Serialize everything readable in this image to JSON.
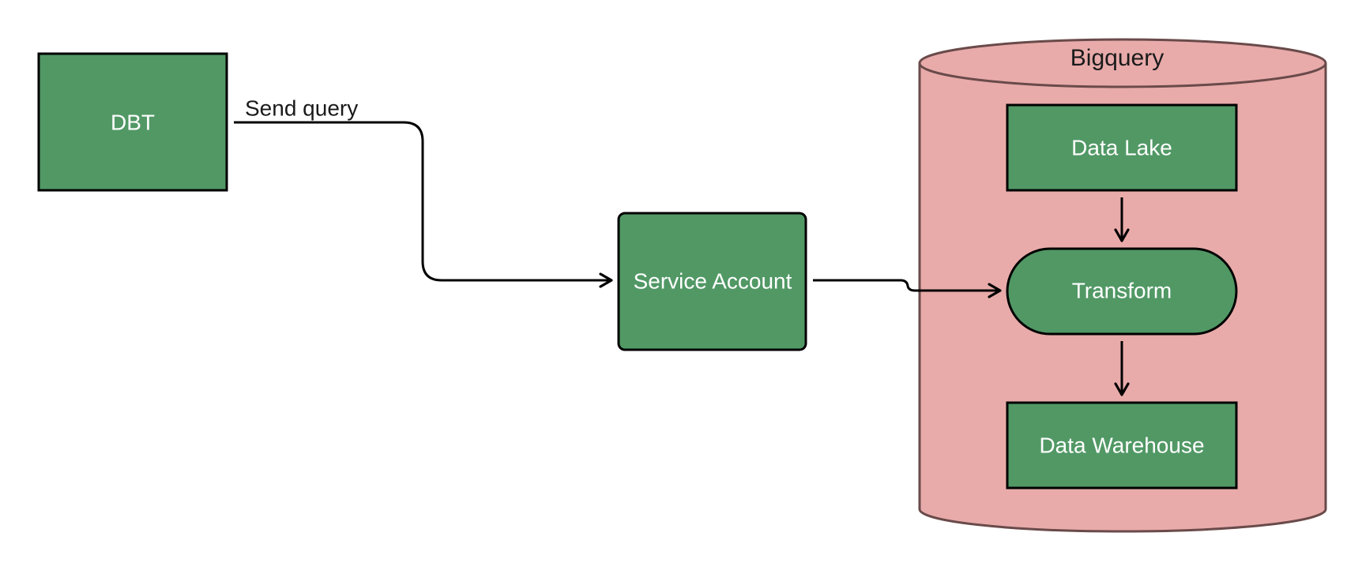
{
  "colors": {
    "node_fill": "#519865",
    "node_stroke": "#000000",
    "cylinder_fill": "#e8abaa",
    "cylinder_stroke": "#6a4a4a",
    "edge_stroke": "#000000",
    "background": "#ffffff"
  },
  "nodes": {
    "dbt": "DBT",
    "service_account": "Service Account",
    "bigquery": "Bigquery",
    "data_lake": "Data Lake",
    "transform": "Transform",
    "data_warehouse": "Data Warehouse"
  },
  "edges": {
    "dbt_to_service_account": "Send query"
  }
}
